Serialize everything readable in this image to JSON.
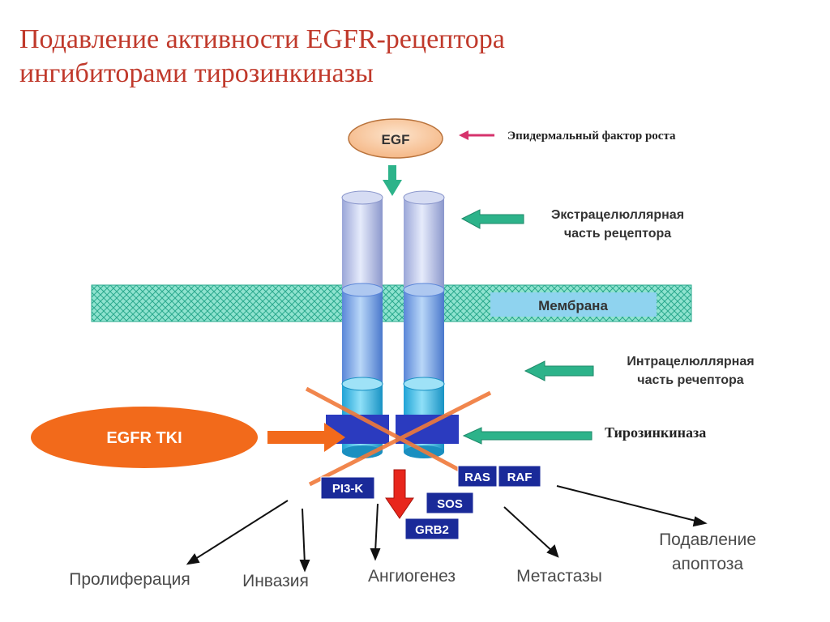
{
  "title": {
    "line1": "Подавление активности EGFR-рецептора",
    "line2": "ингибиторами тирозинкиназы"
  },
  "ligand": {
    "label": "EGF",
    "description": "Эпидермальный фактор роста"
  },
  "labels": {
    "extracellular_line1": "Экстрацелюллярная",
    "extracellular_line2": "часть рецептора",
    "membrane": "Мембрана",
    "intracellular_line1": "Интрацелюллярная",
    "intracellular_line2": "часть речептора",
    "tyrosine_kinase": "Тирозинкиназа",
    "inhibitor": "EGFR TKI"
  },
  "signaling": {
    "ras": "RAS",
    "raf": "RAF",
    "pi3k": "PI3-K",
    "sos": "SOS",
    "grb2": "GRB2"
  },
  "outcomes": {
    "proliferation": "Пролиферация",
    "invasion": "Инвазия",
    "angiogenesis": "Ангиогенез",
    "metastases": "Метастазы",
    "apoptosis_line1": "Подавление",
    "apoptosis_line2": "апоптоза"
  },
  "colors": {
    "title": "#c0392b",
    "egf_fill": "#f9c9a0",
    "membrane": "#5fd0b8",
    "membrane_label_bg": "#8fd3ef",
    "receptor_light": "#c9d3f0",
    "receptor_cyan": "#4fc3e8",
    "kinase": "#2b3bbf",
    "inhibitor": "#f26a1b",
    "signal_box": "#1a2a99",
    "green_arrow": "#2db38a",
    "red_arrow": "#e8261c"
  }
}
